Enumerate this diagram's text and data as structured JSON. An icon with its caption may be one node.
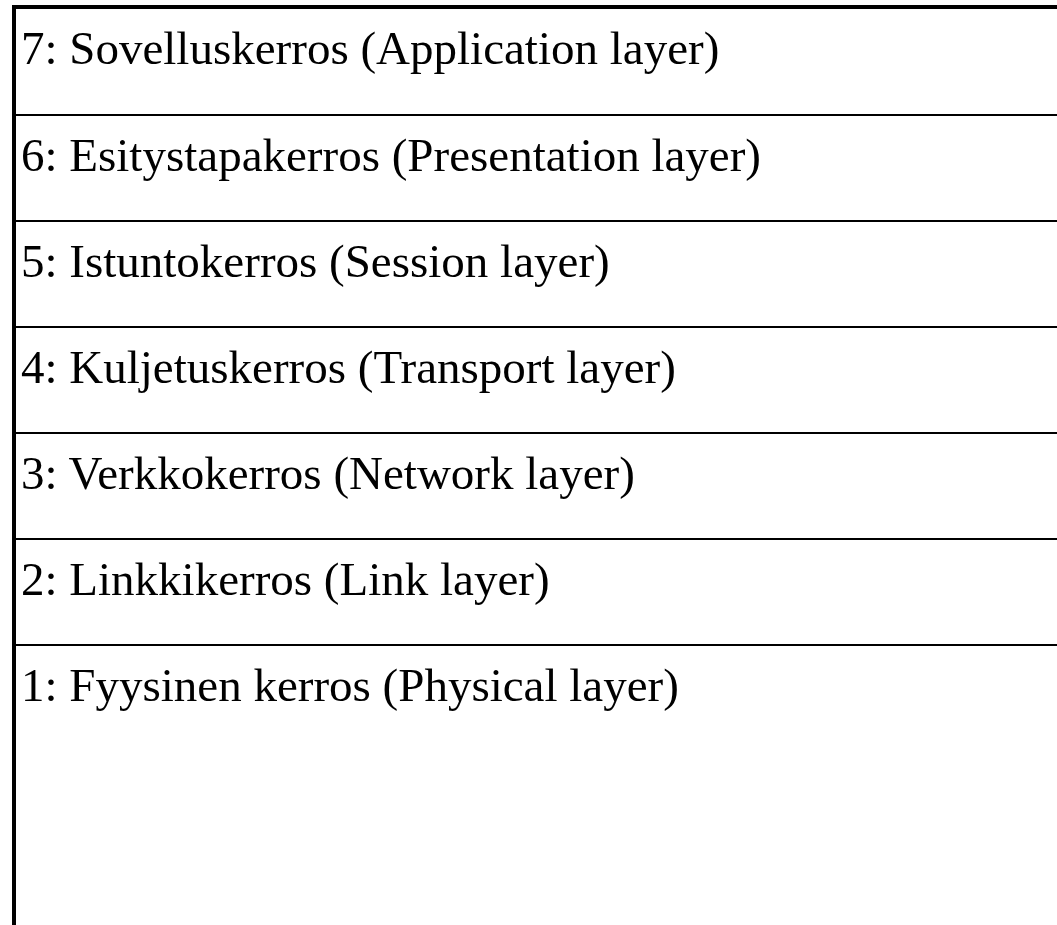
{
  "diagram": {
    "nodes": [
      {
        "text": [
          "7: Sovelluskerros (Application layer)"
        ]
      },
      {
        "text": [
          "6: Esitystapakerros (Presentation layer)"
        ]
      },
      {
        "text": [
          "5: Istuntokerros (Session layer)"
        ]
      },
      {
        "text": [
          "4: Kuljetuskerros (Transport layer)"
        ]
      },
      {
        "text": [
          "3: Verkkokerros (Network layer)"
        ]
      },
      {
        "text": [
          "2: Linkkikerros (Link layer)"
        ]
      },
      {
        "text": [
          "1: Fyysinen kerros (Physical layer)"
        ]
      }
    ]
  }
}
